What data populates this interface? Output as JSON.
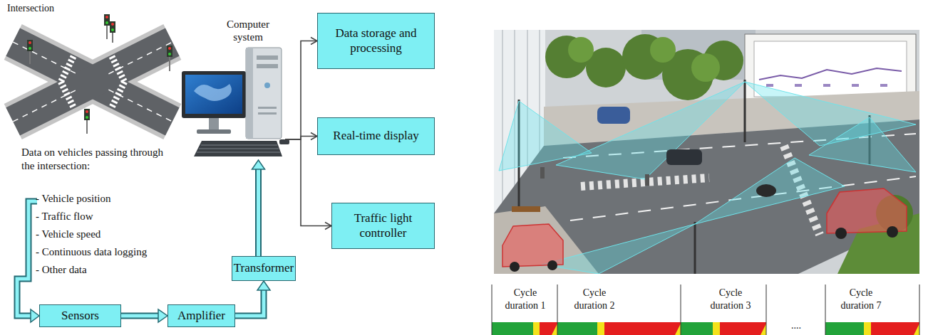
{
  "diagram": {
    "nodes": [
      {
        "text": [
          "Computer system"
        ]
      },
      {
        "text": [
          "Data storage and processing"
        ]
      },
      {
        "text": [
          "Real-time display"
        ]
      },
      {
        "text": [
          "Traffic light controller"
        ]
      },
      {
        "text": [
          "Transformer"
        ]
      },
      {
        "text": [
          "Sensors"
        ]
      },
      {
        "text": [
          "Amplifier"
        ]
      }
    ],
    "edges": [
      {
        "from": 5,
        "to": 6,
        "arrow": "to"
      },
      {
        "from": 6,
        "to": 4,
        "arrow": "to"
      },
      {
        "from": 4,
        "to": 0,
        "arrow": "to"
      },
      {
        "from": 0,
        "to": 1,
        "arrow": "to"
      },
      {
        "from": 0,
        "to": 2,
        "arrow": "to"
      },
      {
        "from": 0,
        "to": 3,
        "arrow": "to"
      }
    ],
    "labels": [
      "Intersection",
      "Data on vehicles passing through the intersection:",
      "- Vehicle position",
      "- Traffic flow",
      "- Vehicle speed",
      "- Continuous data logging",
      "- Other data",
      "Cycle duration 1",
      "Cycle duration 2",
      "Cycle duration 3",
      "....",
      "Cycle duration 7"
    ]
  }
}
